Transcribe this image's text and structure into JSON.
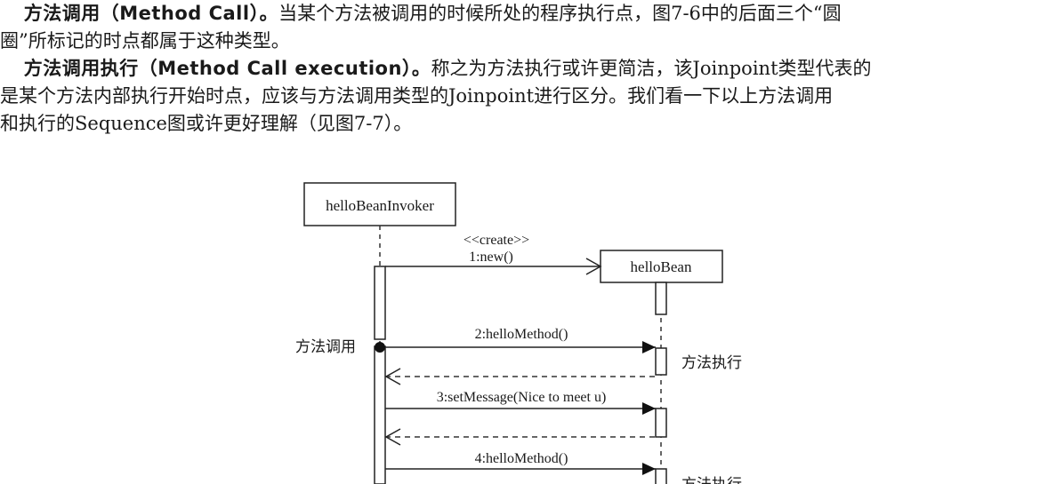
{
  "paragraph1": {
    "term": "方法调用（Method Call）。",
    "line1_rest": "当某个方法被调用的时候所处的程序执行点，图7-6中的后面三个“圆",
    "line2": "圈”所标记的时点都属于这种类型。"
  },
  "paragraph2": {
    "term": "方法调用执行（Method Call execution）。",
    "line1_rest": "称之为方法执行或许更简洁，该Joinpoint类型代表的",
    "line2": "是某个方法内部执行开始时点，应该与方法调用类型的Joinpoint进行区分。我们看一下以上方法调用",
    "line3": "和执行的Sequence图或许更好理解（见图7-7）。"
  },
  "diagram": {
    "object_invoker": "helloBeanInvoker",
    "object_bean": "helloBean",
    "stereotype": "<<create>>",
    "message1": "1:new()",
    "message2": "2:helloMethod()",
    "message3": "3:setMessage(Nice to meet u)",
    "message4": "4:helloMethod()",
    "label_call": "方法调用",
    "label_exec1": "方法执行",
    "label_exec2": "方法执行"
  }
}
